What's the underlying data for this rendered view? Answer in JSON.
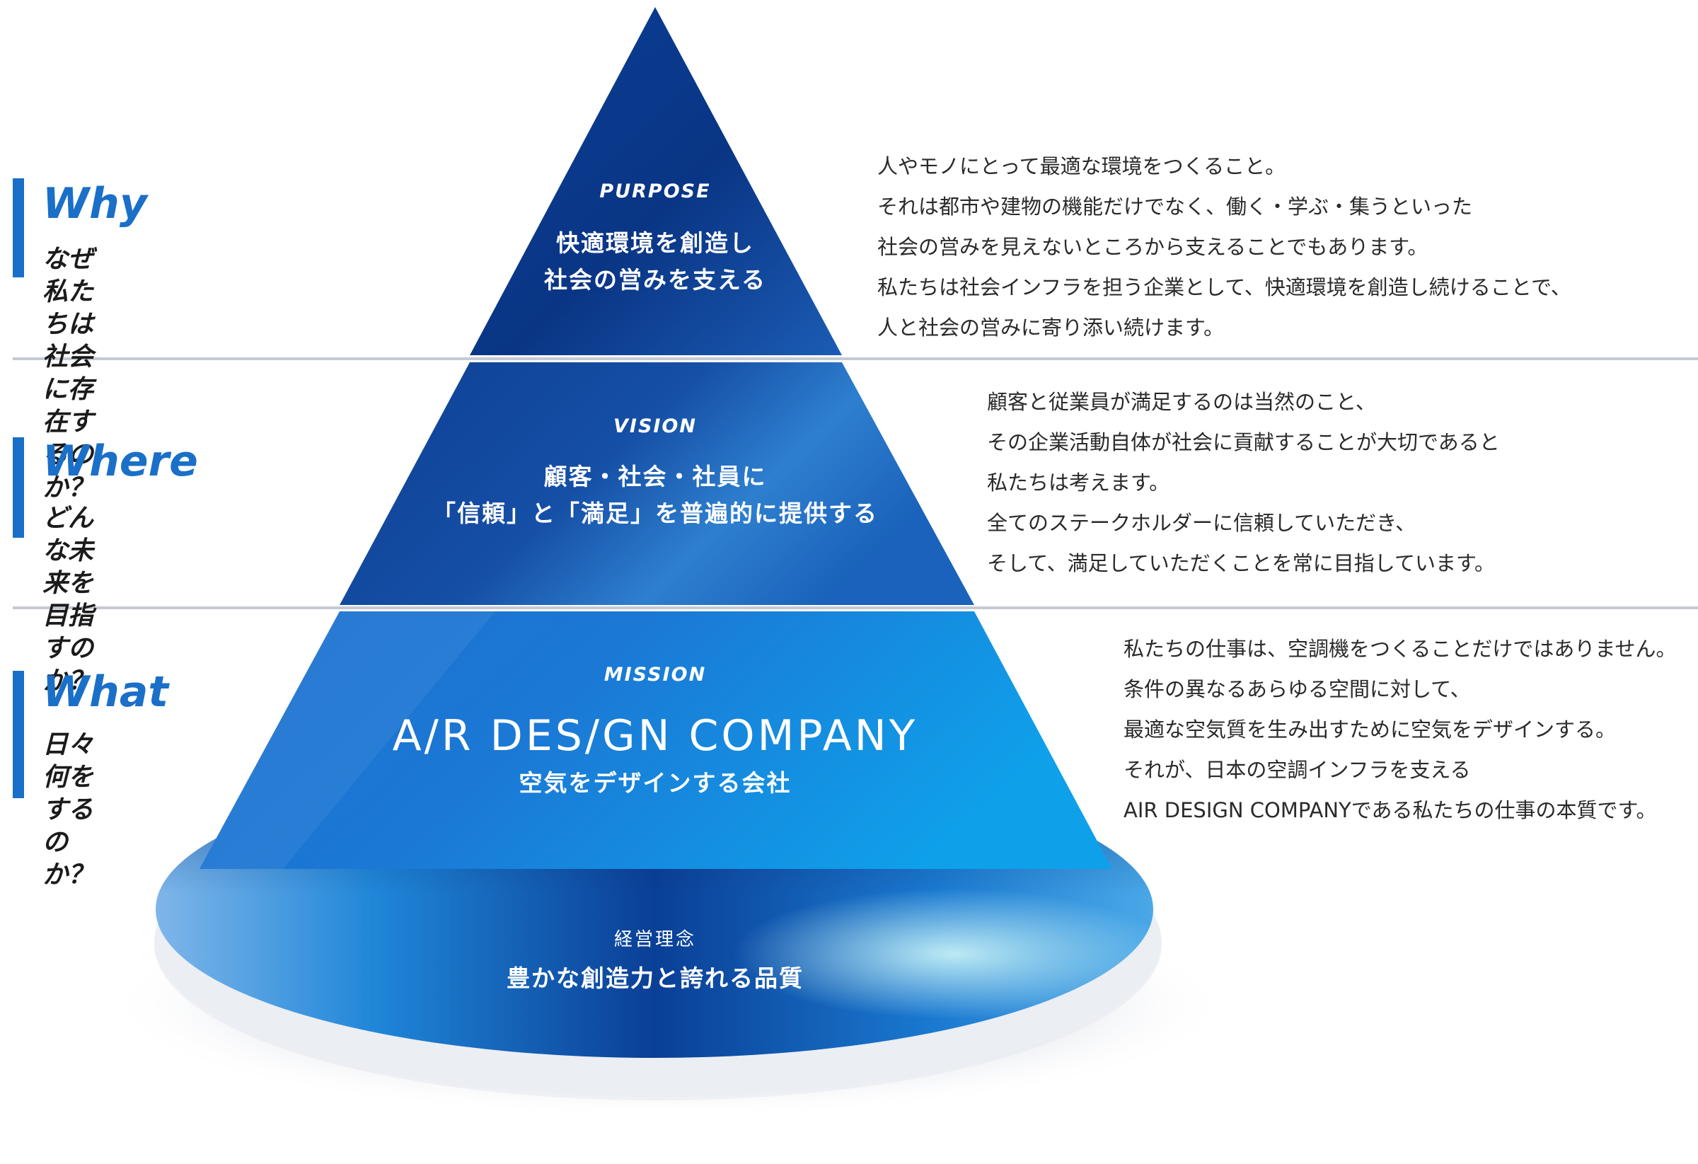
{
  "tiers": [
    {
      "heading": "Why",
      "question": "なぜ私たちは社会に存在するのか？",
      "label": "PURPOSE",
      "title_lines": [
        "快適環境を創造し",
        "社会の営みを支える"
      ],
      "description": [
        "人やモノにとって最適な環境をつくること。",
        "それは都市や建物の機能だけでなく、働く・学ぶ・集うといった",
        "社会の営みを見えないところから支えることでもあります。",
        "私たちは社会インフラを担う企業として、快適環境を創造し続けることで、",
        "人と社会の営みに寄り添い続けます。"
      ]
    },
    {
      "heading": "Where",
      "question": "どんな未来を目指すのか？",
      "label": "VISION",
      "title_lines": [
        "顧客・社会・社員に",
        "「信頼」と「満足」を普遍的に提供する"
      ],
      "description": [
        "顧客と従業員が満足するのは当然のこと、",
        "その企業活動自体が社会に貢献することが大切であると",
        "私たちは考えます。",
        "全てのステークホルダーに信頼していただき、",
        "そして、満足していただくことを常に目指しています。"
      ]
    },
    {
      "heading": "What",
      "question": "日々何を\nするのか？",
      "label": "MISSION",
      "big_title": "A/R DES/GN COMPANY",
      "title_lines": [
        "空気をデザインする会社"
      ],
      "description": [
        "私たちの仕事は、空調機をつくることだけではありません。",
        "条件の異なるあらゆる空間に対して、",
        "最適な空気質を生み出すために空気をデザインする。",
        "それが、日本の空調インフラを支える",
        "AIR DESIGN COMPANYである私たちの仕事の本質です。"
      ]
    }
  ],
  "base": {
    "label": "経営理念",
    "title": "豊かな創造力と誇れる品質"
  },
  "colors": {
    "accent": "#1a6fc8",
    "top_tier": "#0a3f93",
    "mid_tier": "#1d5fb8",
    "bottom_tier": "#1b8be0",
    "separator": "#c5c9d3"
  }
}
